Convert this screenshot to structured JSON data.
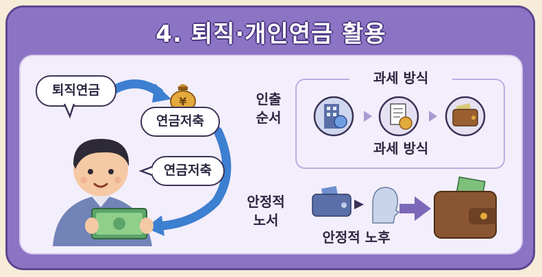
{
  "title": "4. 퇴직·개인연금 활용",
  "left": {
    "bubble_retirement": "퇴직연금",
    "bubble_savings_top": "연금저축",
    "bubble_savings_bottom": "연금저축"
  },
  "right": {
    "withdrawal_order_label": "인출\n순서",
    "tax_method_title": "과세 방식",
    "tax_method_caption": "과세 방식",
    "stable_label": "안정적\n노서",
    "stable_caption": "안정적 노후"
  },
  "colors": {
    "card": "#8c74c4",
    "panel": "#f3eefb",
    "arrow_blue": "#3d7fd0",
    "arrow_purple": "#7c68b8",
    "wallet_brown": "#8a5632"
  }
}
